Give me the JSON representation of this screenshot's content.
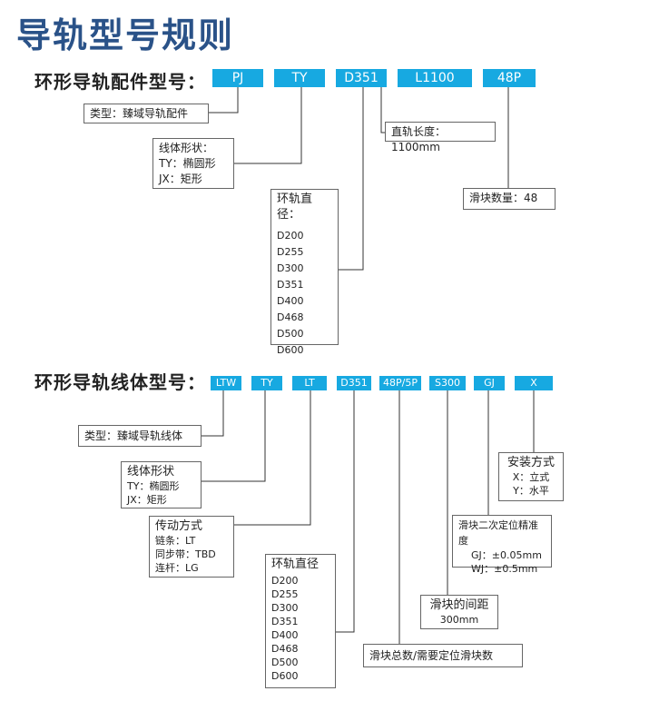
{
  "title": "导轨型号规则",
  "section1": {
    "heading": "环形导轨配件型号：",
    "codes": [
      "PJ",
      "TY",
      "D351",
      "L1100",
      "48P"
    ],
    "type_box": "类型：臻域导轨配件",
    "shape_box": {
      "title": "线体形状：",
      "items": [
        "TY：椭圆形",
        "JX：矩形"
      ]
    },
    "diameter_box": {
      "title": "环轨直径：",
      "items": [
        "D200",
        "D255",
        "D300",
        "D351",
        "D400",
        "D468",
        "D500",
        "D600"
      ]
    },
    "length_box": "直轨长度：1100mm",
    "slider_box": "滑块数量：48"
  },
  "section2": {
    "heading": "环形导轨线体型号：",
    "codes": [
      "LTW",
      "TY",
      "LT",
      "D351",
      "48P/5P",
      "S300",
      "GJ",
      "X"
    ],
    "type_box": "类型：臻域导轨线体",
    "shape_box": {
      "title": "线体形状",
      "items": [
        "TY：椭圆形",
        "JX：矩形"
      ]
    },
    "drive_box": {
      "title": "传动方式",
      "items": [
        "链条：LT",
        "同步带：TBD",
        "连杆：LG"
      ]
    },
    "diameter_box": {
      "title": "环轨直径",
      "items": [
        "D200",
        "D255",
        "D300",
        "D351",
        "D400",
        "D468",
        "D500",
        "D600"
      ]
    },
    "count_box": "滑块总数/需要定位滑块数",
    "spacing_box": {
      "title": "滑块的间距",
      "value": "300mm"
    },
    "precision_box": {
      "title": "滑块二次定位精准度",
      "items": [
        "GJ：±0.05mm",
        "WJ：±0.5mm"
      ]
    },
    "install_box": {
      "title": "安装方式",
      "items": [
        "X：立式",
        "Y：水平"
      ]
    }
  }
}
